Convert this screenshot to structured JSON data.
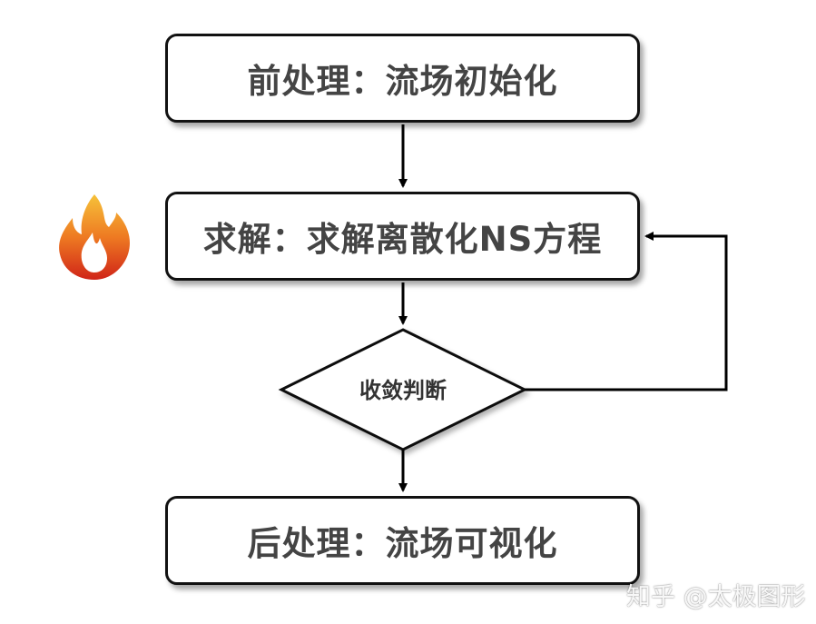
{
  "steps": {
    "pre": "前处理：流场初始化",
    "solve": "求解：求解离散化NS方程",
    "decision": "收敛判断",
    "post": "后处理：流场可视化"
  },
  "watermark": "知乎 @太极图形",
  "icons": {
    "flame": "fire-icon"
  },
  "colors": {
    "text": "#444444",
    "border": "#111111",
    "flame_top": "#f6c23a",
    "flame_bottom": "#d02418"
  }
}
